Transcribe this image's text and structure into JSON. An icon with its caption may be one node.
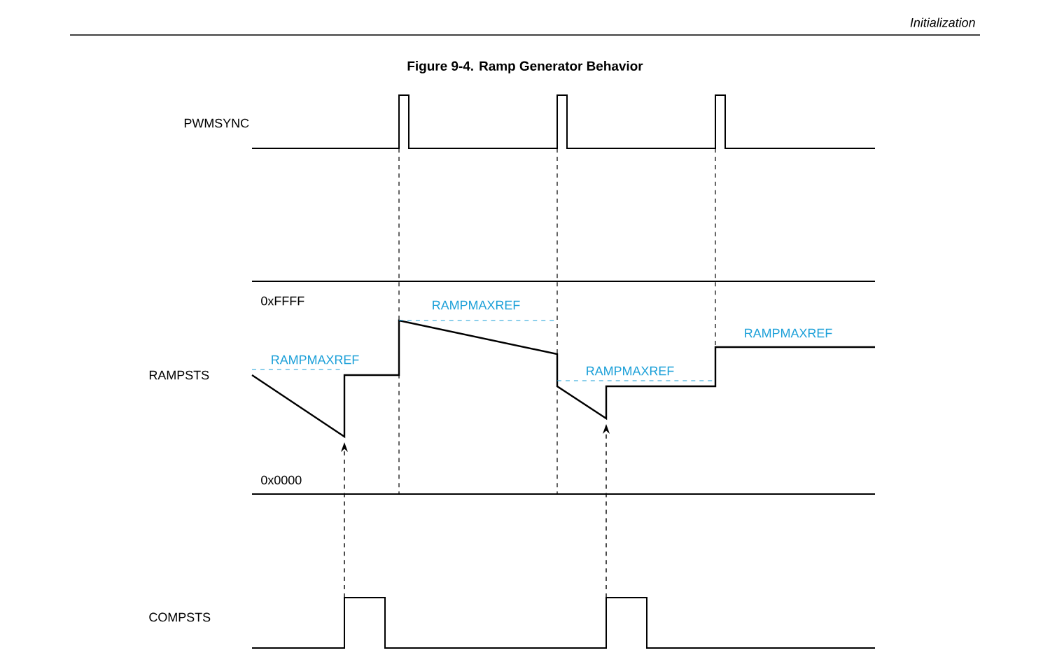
{
  "diagram": {
    "title": "Figure 9-4. Ramp Generator Behavior",
    "labels": [
      "Initialization",
      "PWMSYNC",
      "0xFFFF",
      "RAMPMAXREF",
      "RAMPSTS",
      "RAMPMAXREF",
      "RAMPMAXREF",
      "RAMPMAXREF",
      "0x0000",
      "COMPSTS"
    ]
  }
}
